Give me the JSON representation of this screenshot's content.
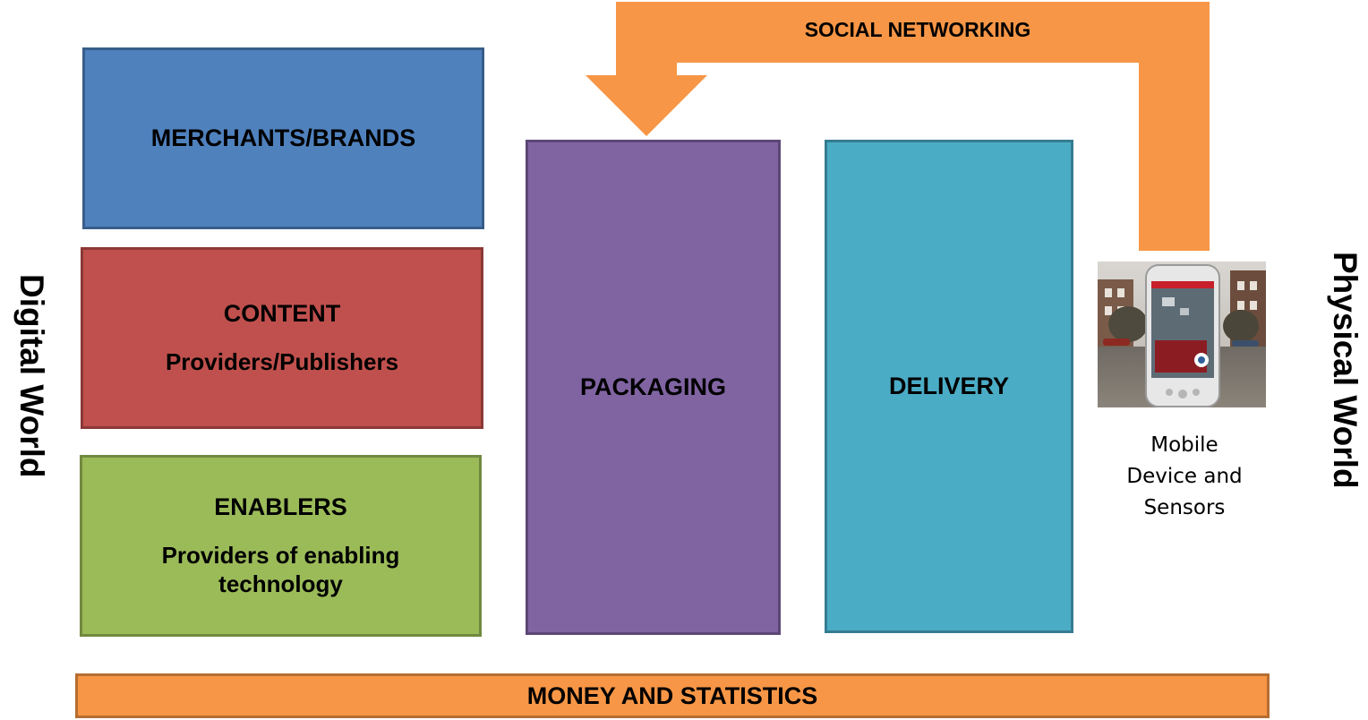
{
  "social_networking": "SOCIAL NETWORKING",
  "merchants": {
    "title": "MERCHANTS/BRANDS"
  },
  "content": {
    "title": "CONTENT",
    "subtitle": "Providers/Publishers"
  },
  "enablers": {
    "title": "ENABLERS",
    "subtitle": "Providers of enabling technology"
  },
  "packaging": {
    "title": "PACKAGING"
  },
  "delivery": {
    "title": "DELIVERY"
  },
  "money": "MONEY AND STATISTICS",
  "left_label": "Digital World",
  "right_label": "Physical World",
  "mobile_caption": "Mobile Device and Sensors",
  "colors": {
    "merchants": "#4f81bd",
    "content": "#c0504d",
    "enablers": "#9bbb59",
    "packaging": "#8064a2",
    "delivery": "#4bacc6",
    "orange": "#f79646"
  }
}
